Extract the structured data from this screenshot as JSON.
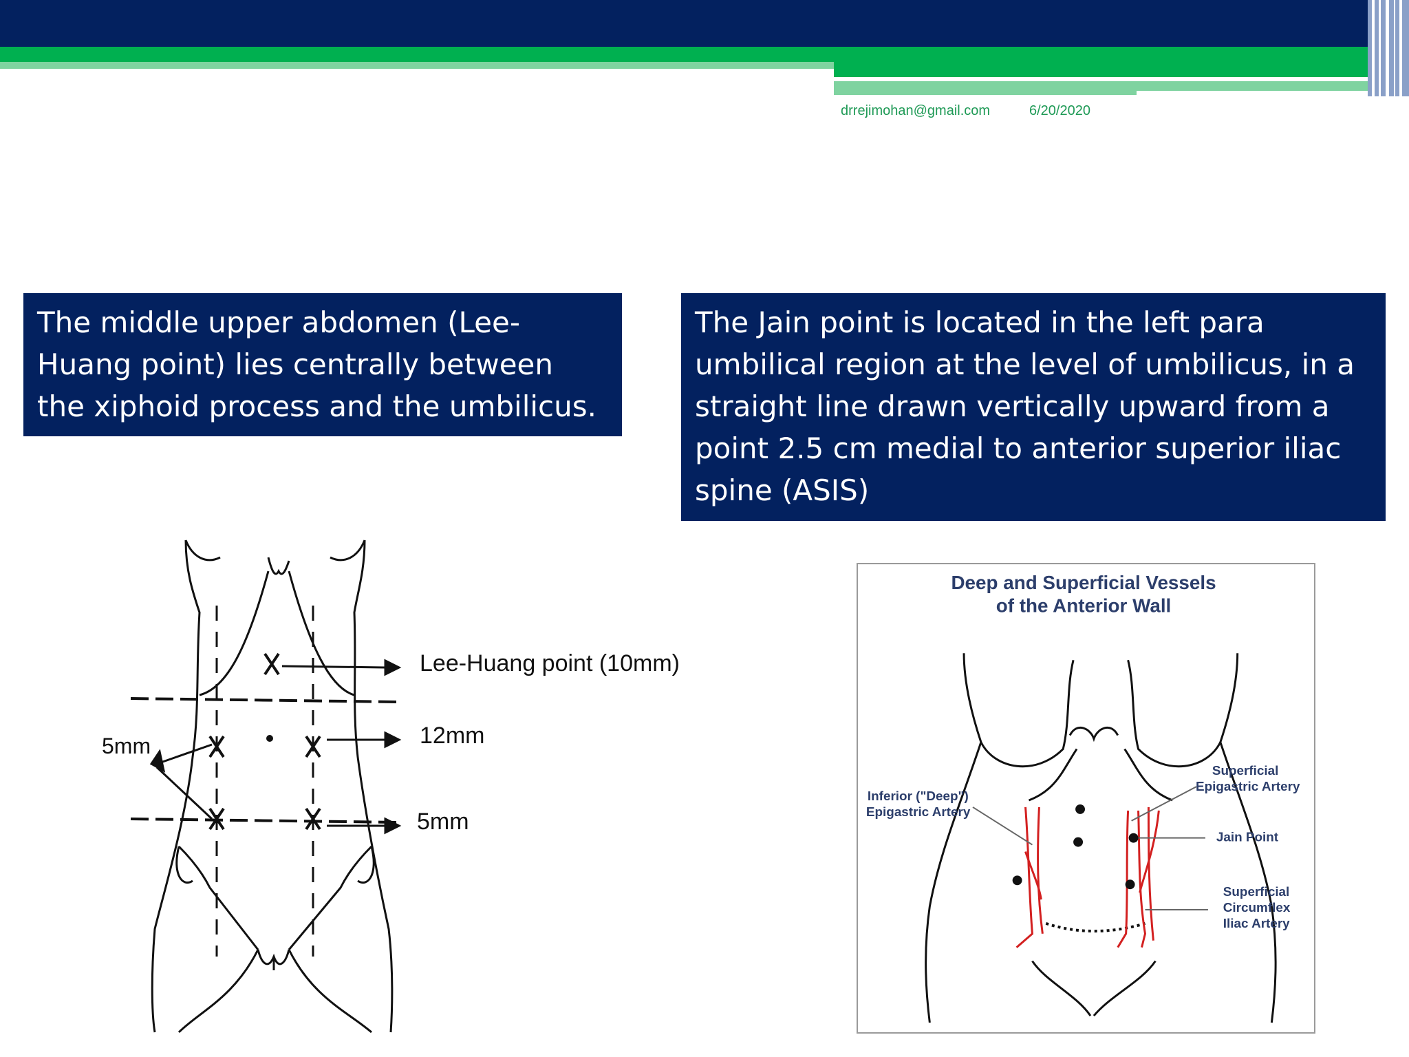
{
  "header": {
    "email": "drrejimohan@gmail.com",
    "date": "6/20/2020"
  },
  "left_box": {
    "text": "The middle upper abdomen (Lee-Huang point) lies centrally between the xiphoid process and the umbilicus."
  },
  "right_box": {
    "text": "The Jain point is located in the left para umbilical region at the level of umbilicus, in a straight line drawn vertically upward from a point 2.5 cm medial to anterior superior iliac spine (ASIS)"
  },
  "left_figure": {
    "label_point": "Lee-Huang point (10mm)",
    "label_12mm": "12mm",
    "label_5mm_right": "5mm",
    "label_5mm_left": "5mm"
  },
  "right_figure": {
    "title_line1": "Deep and Superficial Vessels",
    "title_line2": "of the Anterior Wall",
    "label_inferior_1": "Inferior (\"Deep\")",
    "label_inferior_2": "Epigastric Artery",
    "label_superficial_epi_1": "Superficial",
    "label_superficial_epi_2": "Epigastric Artery",
    "label_jain": "Jain Point",
    "label_circumflex_1": "Superficial",
    "label_circumflex_2": "Circumflex",
    "label_circumflex_3": "Iliac Artery"
  },
  "colors": {
    "navy": "#03215f",
    "green": "#00b050",
    "light_green": "#7fd3a0",
    "vessel_red": "#d32020",
    "title_navy": "#2c3e6b"
  }
}
